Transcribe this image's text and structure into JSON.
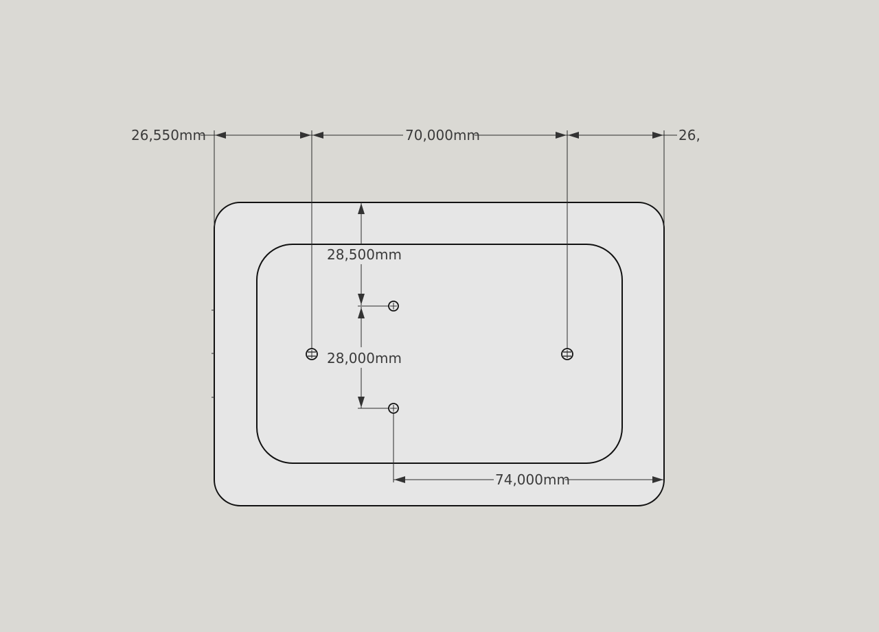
{
  "dimensions": {
    "left_offset": "26,550mm",
    "top_spacing": "70,000mm",
    "right_offset": "26,",
    "vertical_top": "28,500mm",
    "vertical_gap": "28,000mm",
    "bottom_spacing": "74,000mm"
  },
  "colors": {
    "background": "#dad9d4",
    "plate_fill": "#e6e6e6",
    "outline": "#111111",
    "text": "#3a3a3a"
  }
}
